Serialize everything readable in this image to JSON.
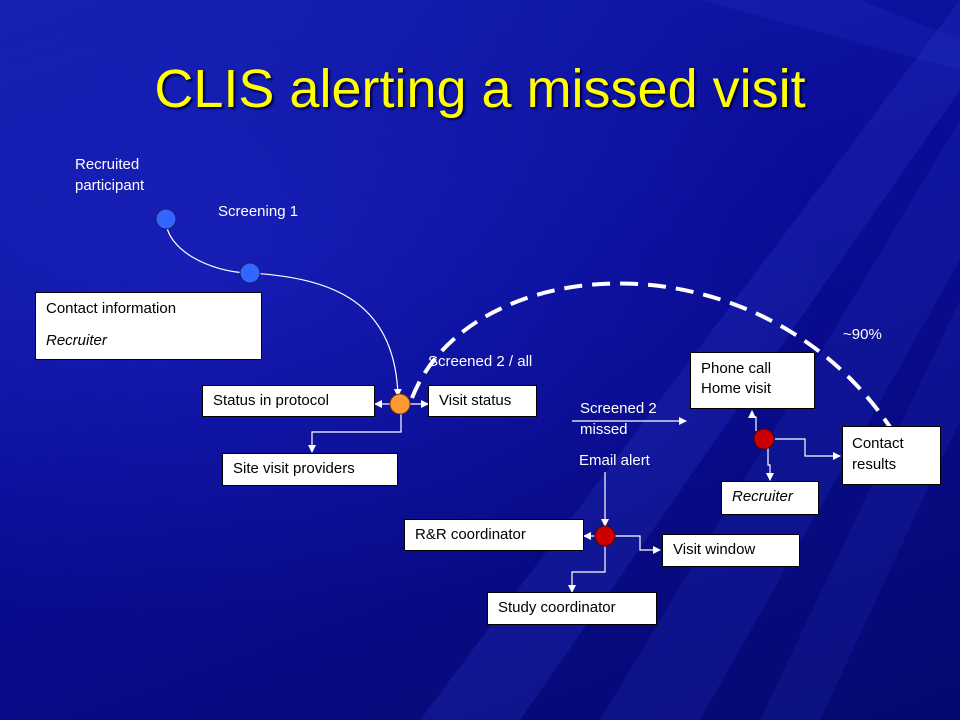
{
  "slide": {
    "title": "CLIS alerting a missed visit",
    "colors": {
      "background": "#0a0a8e",
      "title": "#ffff00",
      "node_blue": "#3366ff",
      "node_orange": "#ff9933",
      "node_red": "#cc0000"
    }
  },
  "labels": {
    "recruited_participant": "Recruited\nparticipant",
    "screening_1": "Screening 1",
    "screened_2_all": "Screened 2 / all",
    "screened_2_missed": "Screened 2\nmissed",
    "email_alert": "Email alert",
    "percent_90": "~90%"
  },
  "boxes": {
    "contact_information": "Contact information",
    "contact_recruiter": "Recruiter",
    "status_in_protocol": "Status in protocol",
    "visit_status": "Visit status",
    "site_visit_providers": "Site visit providers",
    "phone_call": "Phone call\nHome visit",
    "contact_results": "Contact\nresults",
    "recruiter": "Recruiter",
    "rr_coordinator": "R&R coordinator",
    "visit_window": "Visit window",
    "study_coordinator": "Study coordinator"
  }
}
